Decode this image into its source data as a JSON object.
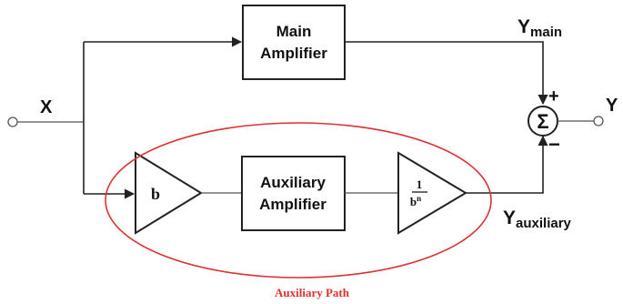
{
  "labels": {
    "input": "X",
    "output": "Y",
    "main_output": "Y",
    "main_output_sub": "main",
    "aux_output": "Y",
    "aux_output_sub": "auxiliary",
    "plus_sign": "+",
    "minus_sign": "−",
    "sum_symbol": "Σ"
  },
  "blocks": {
    "main_line1": "Main",
    "main_line2": "Amplifier",
    "aux_line1": "Auxiliary",
    "aux_line2": "Amplifier",
    "gain_b": "b",
    "inv_gain_num": "1",
    "inv_gain_den": "b",
    "inv_gain_exp": "n"
  },
  "auxiliary_path_label": "Auxiliary Path",
  "colors": {
    "line": "#222222",
    "highlight": "#e03030"
  }
}
